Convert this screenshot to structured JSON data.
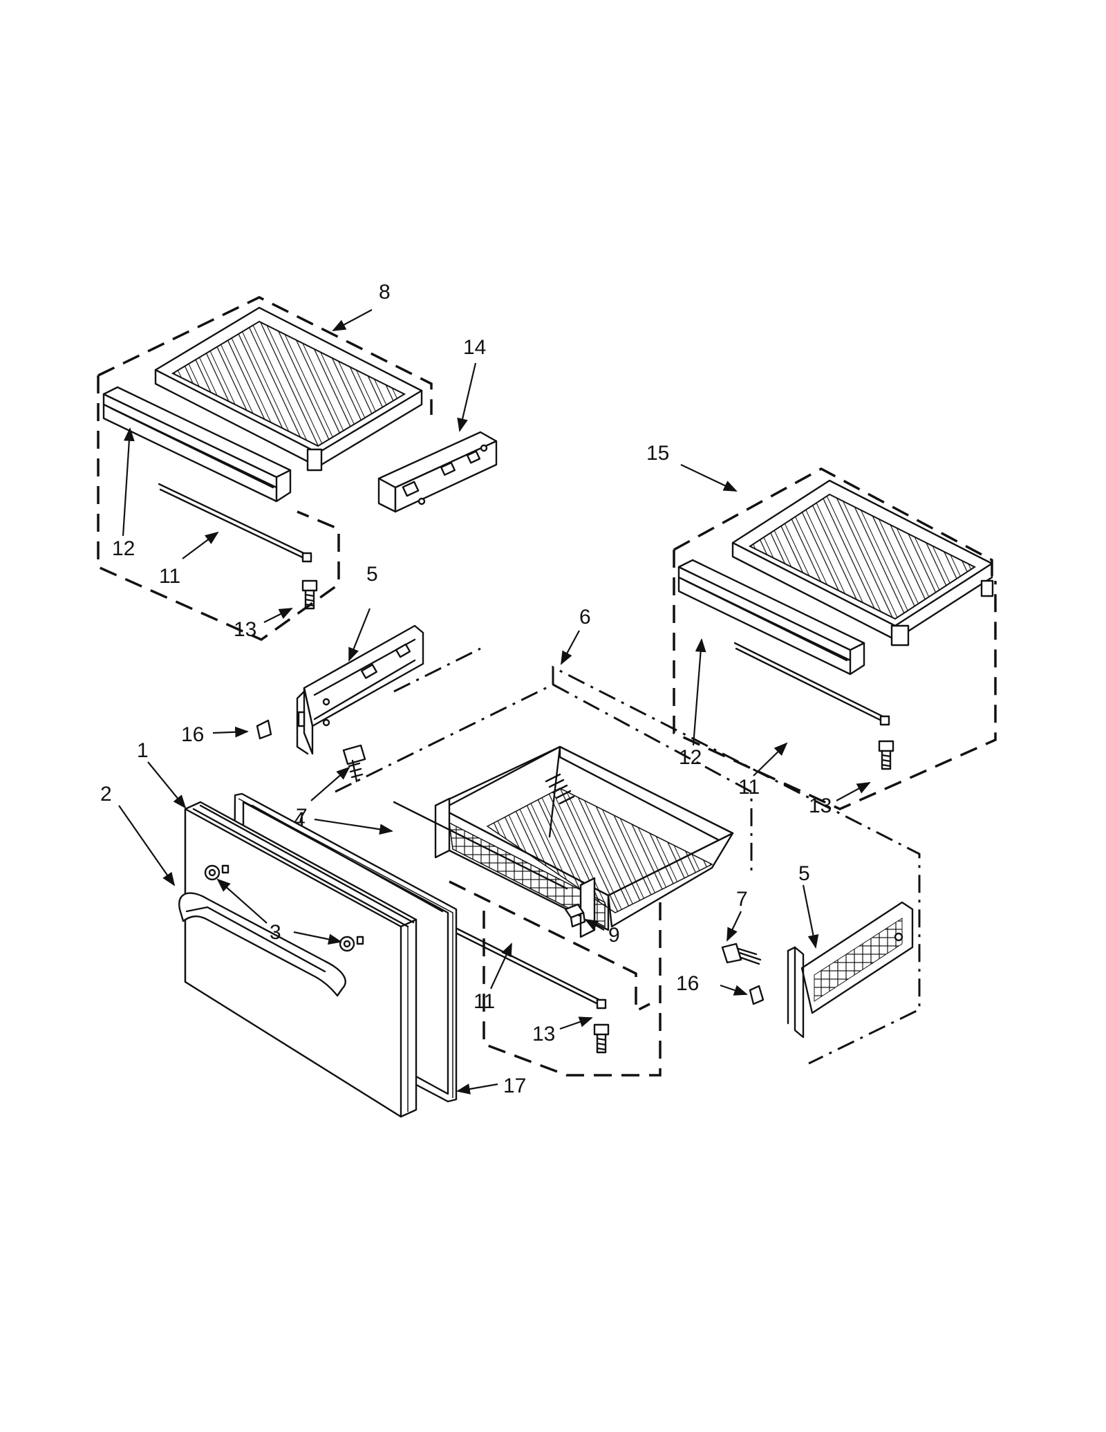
{
  "callouts": [
    "8",
    "14",
    "15",
    "12",
    "11",
    "13",
    "5",
    "16",
    "6",
    "7",
    "1",
    "2",
    "4",
    "3",
    "9",
    "17"
  ]
}
